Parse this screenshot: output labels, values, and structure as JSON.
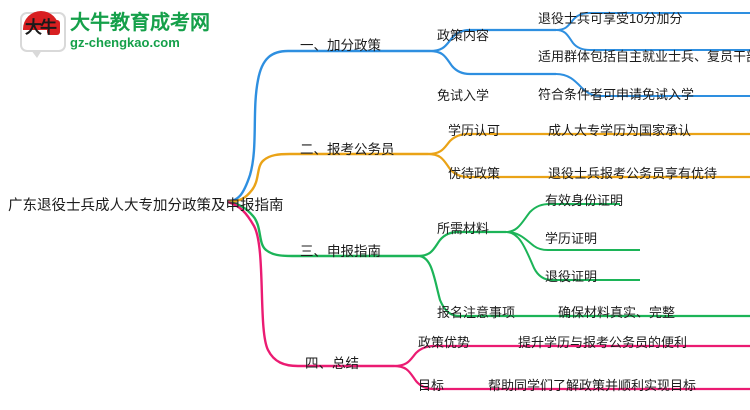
{
  "logo": {
    "mark_glyph": "大牛",
    "title": "大牛教育成考网",
    "subtitle": "gz-chengkao.com"
  },
  "mindmap": {
    "root": "广东退役士兵成人大专加分政策及申报指南",
    "colors": {
      "branch1": "#2e8fe0",
      "branch2": "#eaa317",
      "branch3": "#1cb458",
      "branch4": "#eb1b72",
      "root_text": "#1c1c1c"
    },
    "branches": [
      {
        "label": "一、加分政策",
        "color": "#2e8fe0",
        "children": [
          {
            "label": "政策内容",
            "children": [
              {
                "label": "退役士兵可享受10分加分"
              },
              {
                "label": "适用群体包括自主就业士兵、复员干部等"
              }
            ]
          },
          {
            "label": "免试入学",
            "children": [
              {
                "label": "符合条件者可申请免试入学"
              }
            ]
          }
        ]
      },
      {
        "label": "二、报考公务员",
        "color": "#eaa317",
        "children": [
          {
            "label": "学历认可",
            "children": [
              {
                "label": "成人大专学历为国家承认"
              }
            ]
          },
          {
            "label": "优待政策",
            "children": [
              {
                "label": "退役士兵报考公务员享有优待"
              }
            ]
          }
        ]
      },
      {
        "label": "三、申报指南",
        "color": "#1cb458",
        "children": [
          {
            "label": "所需材料",
            "children": [
              {
                "label": "有效身份证明"
              },
              {
                "label": "学历证明"
              },
              {
                "label": "退役证明"
              }
            ]
          },
          {
            "label": "报名注意事项",
            "children": [
              {
                "label": "确保材料真实、完整"
              }
            ]
          }
        ]
      },
      {
        "label": "四、总结",
        "color": "#eb1b72",
        "children": [
          {
            "label": "政策优势",
            "children": [
              {
                "label": "提升学历与报考公务员的便利"
              }
            ]
          },
          {
            "label": "目标",
            "children": [
              {
                "label": "帮助同学们了解政策并顺利实现目标"
              }
            ]
          }
        ]
      }
    ]
  }
}
